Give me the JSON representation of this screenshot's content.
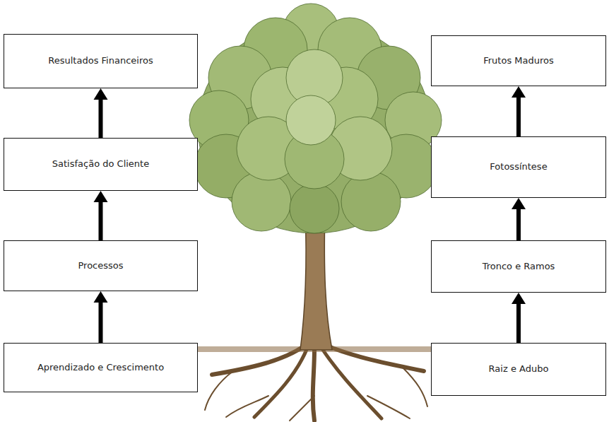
{
  "diagram": {
    "nodes": [
      {
        "text": [
          "Resultados Financeiros"
        ]
      },
      {
        "text": [
          "Satisfação do Cliente"
        ]
      },
      {
        "text": [
          "Processos"
        ]
      },
      {
        "text": [
          "Aprendizado e Crescimento"
        ]
      },
      {
        "text": [
          "Frutos Maduros"
        ]
      },
      {
        "text": [
          "Fotossíntese"
        ]
      },
      {
        "text": [
          "Tronco e Ramos"
        ]
      },
      {
        "text": [
          "Raiz e Adubo"
        ]
      }
    ],
    "edges": [
      {
        "from": 3,
        "to": 2,
        "arrow": "to"
      },
      {
        "from": 2,
        "to": 1,
        "arrow": "to"
      },
      {
        "from": 1,
        "to": 0,
        "arrow": "to"
      },
      {
        "from": 7,
        "to": 6,
        "arrow": "to"
      },
      {
        "from": 6,
        "to": 5,
        "arrow": "to"
      },
      {
        "from": 5,
        "to": 4,
        "arrow": "to"
      }
    ]
  }
}
